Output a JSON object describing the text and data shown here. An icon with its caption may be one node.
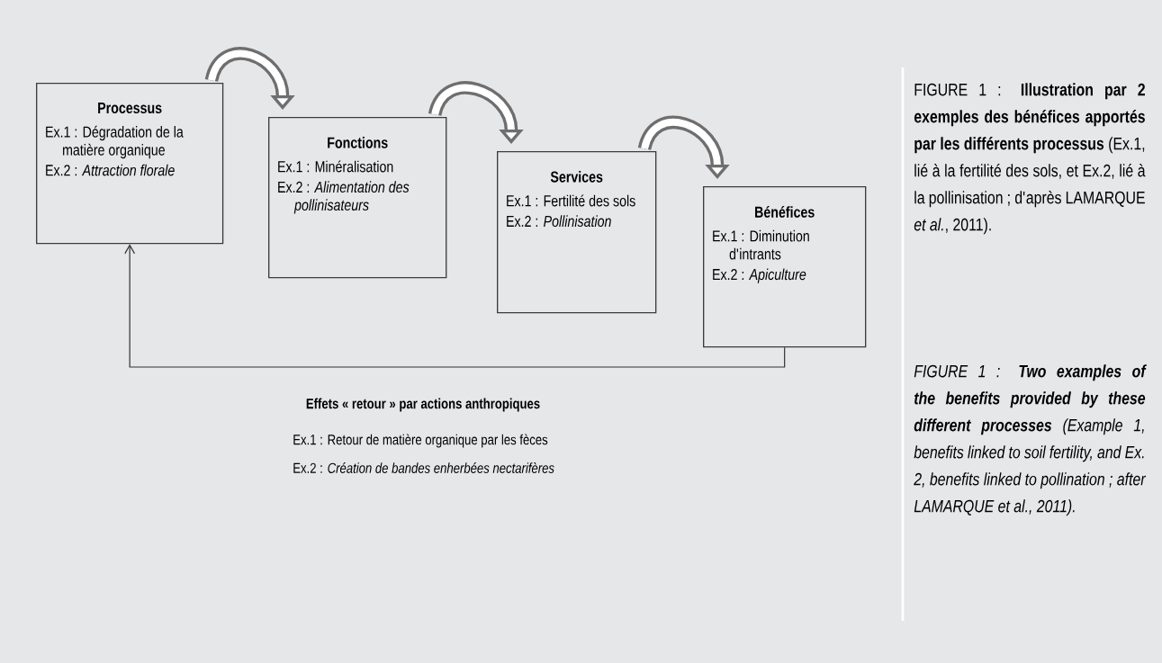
{
  "diagram": {
    "caption": "FIGURE 1 : **Illustration par 2 exemples des bénéfices apportés par les différents processus** (Ex.1, lié à la fertilité des sols, et Ex.2, lié à la pollinisation ; d'après LAMARQUE *et al.*, 2011).",
    "nodes": [
      {
        "text": [
          "Processus",
          "Ex.1 : Dégradation de la matière organique",
          "Ex.2 : *Attraction florale*"
        ]
      },
      {
        "text": [
          "Fonctions",
          "Ex.1 : Minéralisation",
          "Ex.2 : *Alimentation des pollinisateurs*"
        ]
      },
      {
        "text": [
          "Services",
          "Ex.1 : Fertilité des sols",
          "Ex.2 : *Pollinisation*"
        ]
      },
      {
        "text": [
          "Bénéfices",
          "Ex.1 : Diminution d'intrants",
          "Ex.2 : *Apiculture*"
        ]
      }
    ],
    "edges": [
      {
        "from": 0,
        "to": 1,
        "arrow": "to"
      },
      {
        "from": 1,
        "to": 2,
        "arrow": "to"
      },
      {
        "from": 2,
        "to": 3,
        "arrow": "to"
      },
      {
        "from": 3,
        "to": 0,
        "arrow": "to",
        "label": "Effets « retour » par actions anthropiques"
      }
    ],
    "labels": [
      "Ex.1 : Retour de matière organique par les fèces",
      "Ex.2 : *Création de bandes enherbées nectarifères*",
      "FIGURE 1 : **Two examples of the benefits provided by these different processes** (Example 1, benefits linked to soil fertility, and Ex. 2, benefits linked to pollination ; after LAMARQUE et al., 2011)."
    ]
  }
}
